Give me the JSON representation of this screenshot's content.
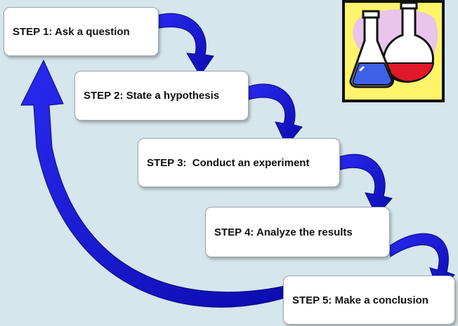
{
  "steps": [
    {
      "label": "STEP 1: Ask a question"
    },
    {
      "label": "STEP 2: State a hypothesis"
    },
    {
      "label": "STEP 3:  Conduct an experiment"
    },
    {
      "label": "STEP 4: Analyze the results"
    },
    {
      "label": "STEP 5: Make a conclusion"
    }
  ],
  "colors": {
    "background": "#d5e6ec",
    "arrow": "#1414dc",
    "arrow_dark": "#0a0a99",
    "clipart_frame": "#fff46a",
    "clipart_blob": "#e9c4ec",
    "blue_liquid": "#3f60e8",
    "red_liquid": "#e0182a"
  },
  "icons": {
    "clipart": "lab-flasks-icon"
  }
}
